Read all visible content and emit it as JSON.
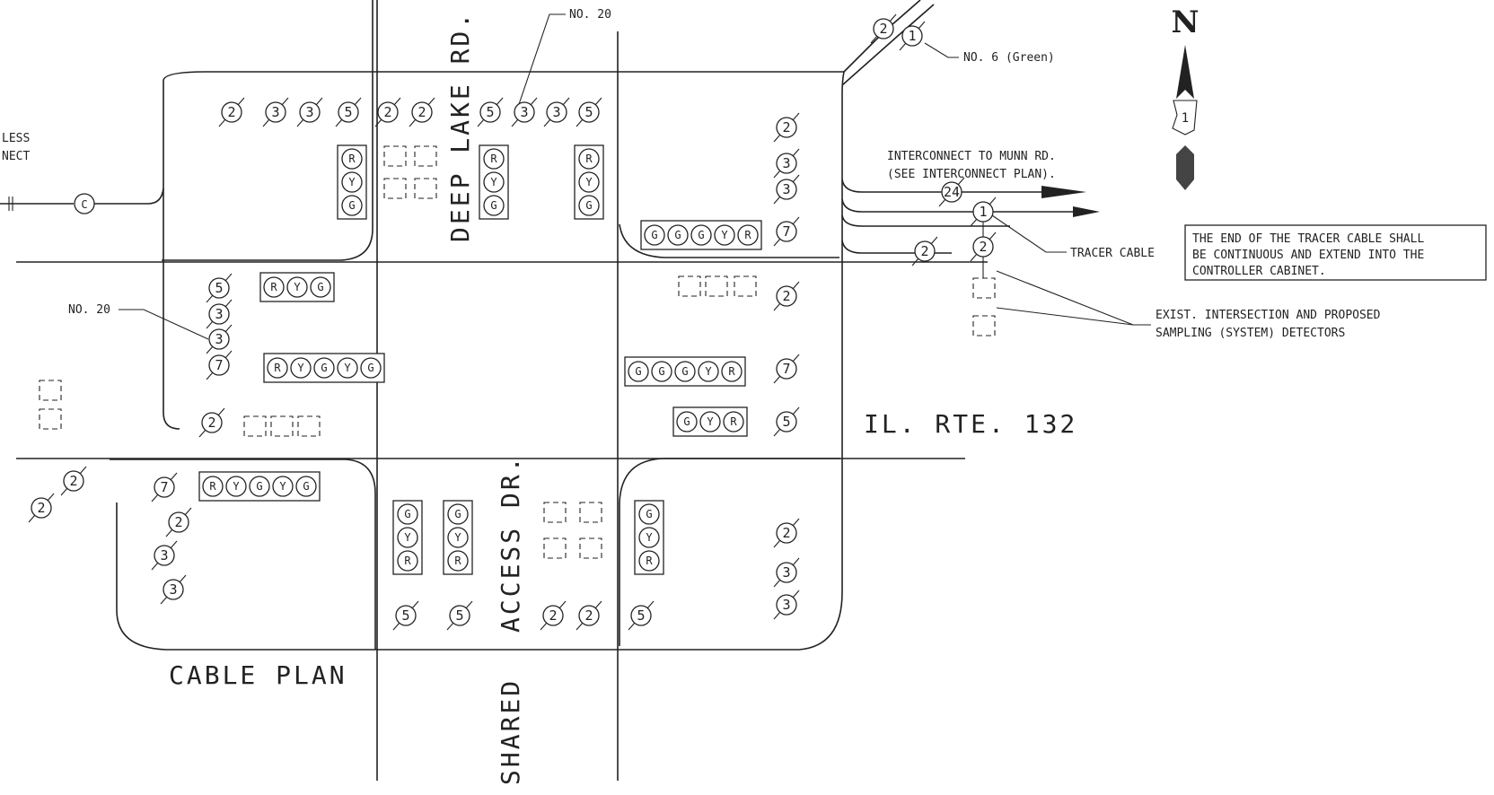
{
  "streets": {
    "north_south_upper": "DEEP LAKE RD.",
    "north_south_lower": "SHARED ACCESS DR.",
    "lower_word_1": "ACCESS DR.",
    "lower_word_2": "SHARED",
    "east_west": "IL. RTE. 132"
  },
  "title": "CABLE PLAN",
  "left_cutoff": {
    "line1": "LESS",
    "line2": "NECT"
  },
  "north_arrow": {
    "letter": "N",
    "route_number": "1"
  },
  "labels": {
    "no20_top": "NO. 20",
    "no20_left": "NO. 20",
    "no6": "NO. 6 (Green)",
    "interconnect_line1": "INTERCONNECT TO MUNN RD.",
    "interconnect_line2": "(SEE INTERCONNECT PLAN).",
    "tracer": "TRACER CABLE",
    "detectors_line1": "EXIST. INTERSECTION AND PROPOSED",
    "detectors_line2": "SAMPLING (SYSTEM) DETECTORS"
  },
  "note": {
    "line1": "THE END OF THE TRACER CABLE SHALL",
    "line2": "BE CONTINUOUS AND EXTEND INTO THE",
    "line3": "CONTROLLER CABINET."
  },
  "signal_letters": {
    "red": "R",
    "yellow": "Y",
    "green": "G",
    "controller": "C"
  },
  "cable_counts": {
    "nw_top": [
      "2",
      "3",
      "3",
      "5",
      "2",
      "2"
    ],
    "ne_top": [
      "5",
      "3",
      "3",
      "5"
    ],
    "ne_right": [
      "2",
      "3",
      "3",
      "7"
    ],
    "ne_tracer": [
      "24",
      "1",
      "2",
      "2"
    ],
    "top_diag": [
      "2",
      "1"
    ],
    "west_left": [
      "5",
      "3",
      "3",
      "7",
      "2"
    ],
    "east_mid": [
      "2",
      "7",
      "5"
    ],
    "sw_left": [
      "2",
      "2",
      "7",
      "2",
      "3",
      "3"
    ],
    "south_bottom": [
      "5",
      "5",
      "2",
      "2",
      "5"
    ],
    "se_right": [
      "2",
      "3",
      "3"
    ]
  }
}
